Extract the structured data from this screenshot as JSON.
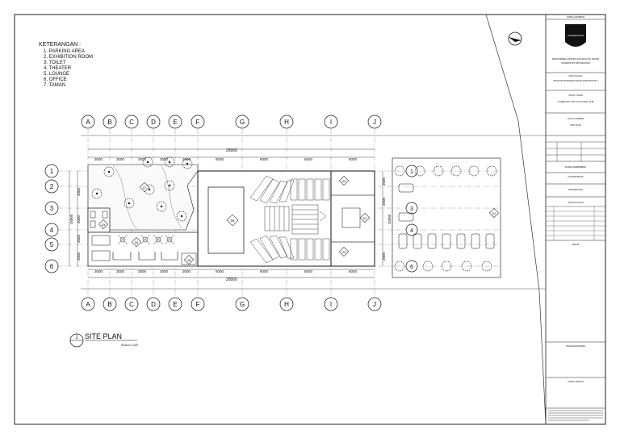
{
  "legend": {
    "title": "KETERANGAN :",
    "items": [
      "1.   PARKING  AREA",
      "2.   EXHIBITION  ROOM",
      "3.   TOILET",
      "4.   THEATER",
      "5.   LOUNGE",
      "6.   OFFICE",
      "7.   TAMAN"
    ]
  },
  "grid": {
    "columns": [
      "A",
      "B",
      "C",
      "D",
      "E",
      "F",
      "G",
      "H",
      "I",
      "J"
    ],
    "rows": [
      "1",
      "2",
      "3",
      "4",
      "5",
      "6"
    ]
  },
  "dimensions": {
    "overall": "28000",
    "top_segments": [
      "3000",
      "3000",
      "3000",
      "3000",
      "3000",
      "6000",
      "6000",
      "6000",
      "6000"
    ],
    "bottom_segments": [
      "3000",
      "3000",
      "3000",
      "3000",
      "3000",
      "6000",
      "6000",
      "6000",
      "6000"
    ],
    "left_total": "15000",
    "left_segments": [
      "3000",
      "3000",
      "3000",
      "3000",
      "3000"
    ],
    "right_segments": [
      "3000",
      "3000",
      "3000"
    ],
    "right_total": "15000"
  },
  "rooms": {
    "taman": "07",
    "toilet": "03",
    "lounge": "05",
    "theater": "04",
    "office": "06",
    "office_top": "03",
    "office_bottom": "03",
    "parking_entry": "02",
    "parking": "01"
  },
  "title_block": {
    "title": "SITE  PLAN",
    "scale": "SKALA 1:200",
    "marker": "1",
    "logo": "UNIVERSITAS",
    "header": "KODE GAMBAR",
    "rows": [
      "DEPARTEMEN ARSITEKTUR FAKULTAS TEKNIK",
      "UNIVERSITAS DIPONEGORO",
      "MATA KULIAH",
      "PRAKTIKUM PERANCANGAN ARSITEKTUR 3",
      "JUDUL TUGAS",
      "COMMUNITY ART & CULTURAL HUB",
      "JUDUL GAMBAR",
      "SITE PLAN",
      "DOSEN PEMBIMBING",
      "KOORDINATOR",
      "KETERANGAN",
      "NAMA MAHASISWA",
      "TANDA TANGAN",
      "REVISI",
      "STATUS TUGAS"
    ]
  }
}
